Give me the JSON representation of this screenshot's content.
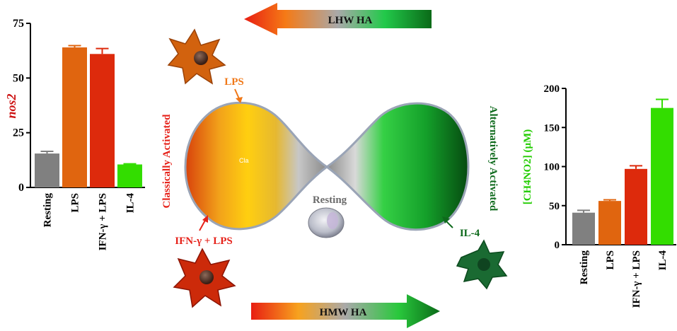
{
  "chart_data": [
    {
      "type": "bar",
      "categories": [
        "Resting",
        "LPS",
        "IFN-γ + LPS",
        "IL-4"
      ],
      "values": [
        15.5,
        64,
        61,
        10.5
      ],
      "errors": [
        1,
        0.8,
        2.5,
        0.3
      ],
      "colors": [
        "#808080",
        "#e0650f",
        "#dd2a0c",
        "#33dd00"
      ],
      "ylabel": "nos2",
      "ylabel_color": "#cc1111",
      "ylim": [
        0,
        75
      ],
      "yticks": [
        0,
        25,
        50,
        75
      ]
    },
    {
      "type": "bar",
      "categories": [
        "Resting",
        "LPS",
        "IFN-γ + LPS",
        "IL-4"
      ],
      "values": [
        41,
        56,
        97,
        175
      ],
      "errors": [
        3,
        1.5,
        4,
        11
      ],
      "colors": [
        "#808080",
        "#e0650f",
        "#dd2a0c",
        "#33dd00"
      ],
      "ylabel": "[CH4NO2] (µM)",
      "ylabel_color": "#22cc00",
      "ylim": [
        0,
        200
      ],
      "yticks": [
        0,
        50,
        100,
        150,
        200
      ]
    }
  ],
  "diagram": {
    "top_arrow": "LHW HA",
    "bottom_arrow": "HMW HA",
    "left_state": "Classically Activated",
    "right_state": "Alternatively Activated",
    "center_label": "Resting",
    "stimulus_lps": "LPS",
    "stimulus_ifn": "IFN-γ + LPS",
    "stimulus_il4": "IL-4",
    "watermark": "Cla"
  }
}
